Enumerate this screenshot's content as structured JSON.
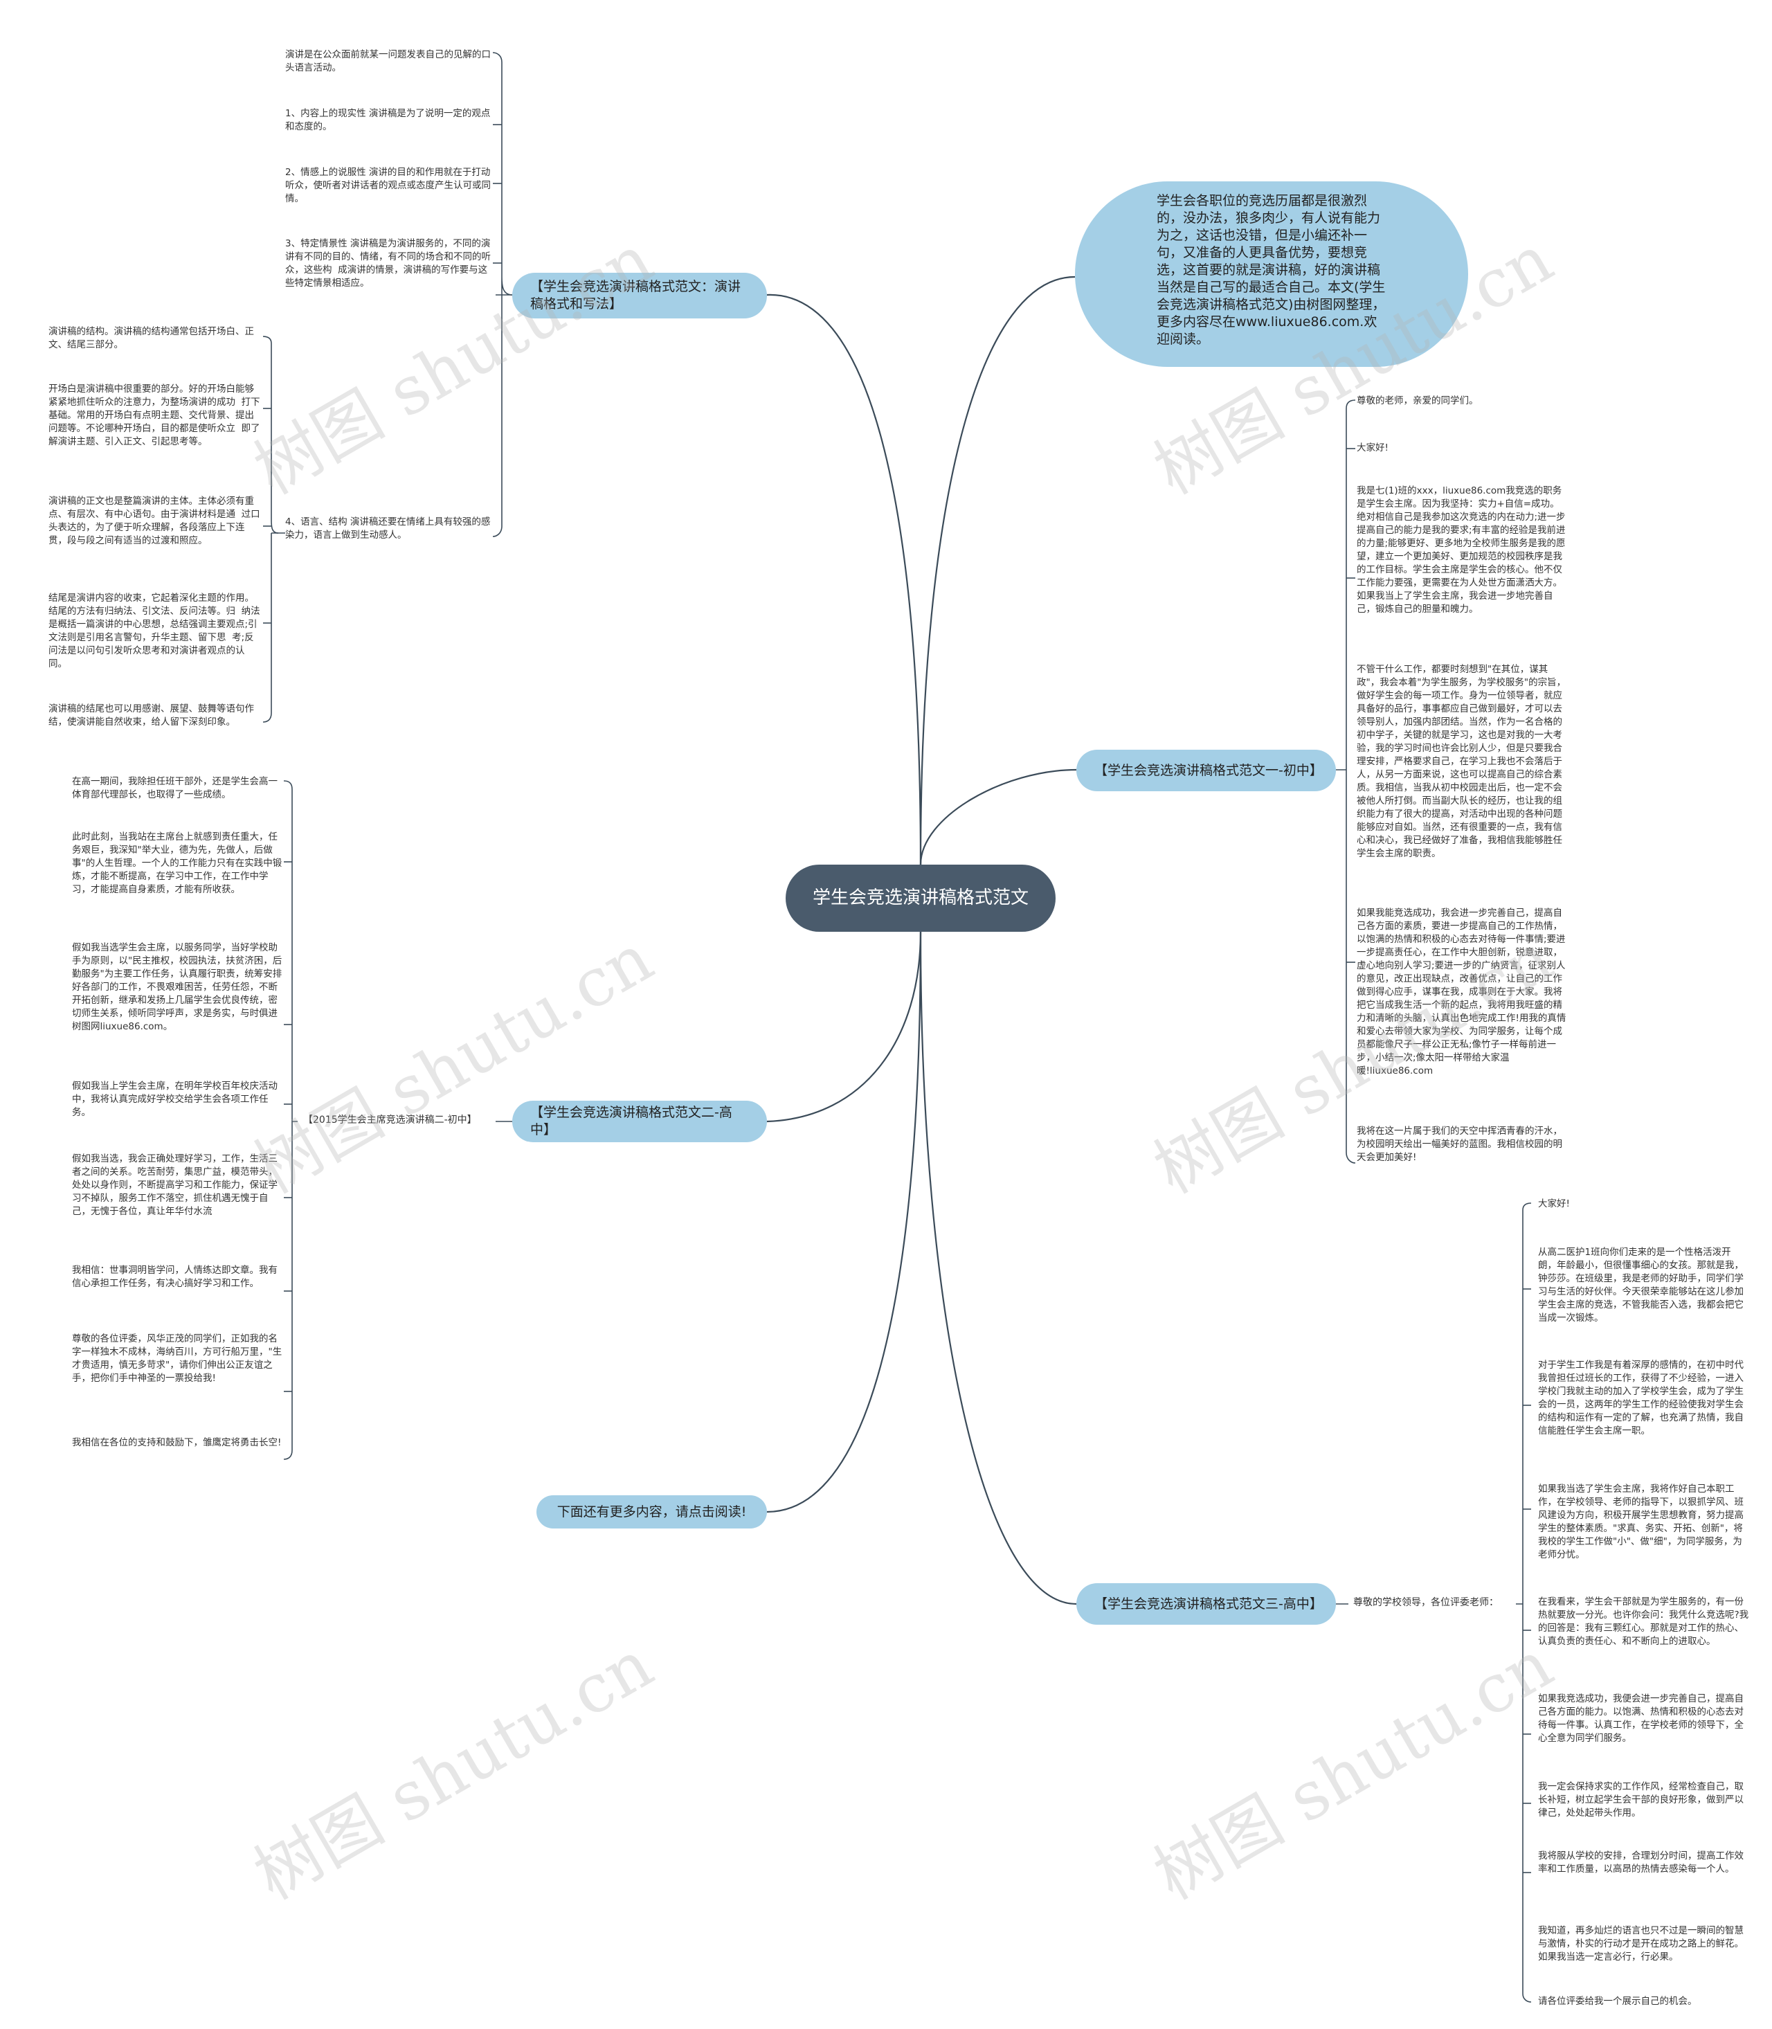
{
  "root": "学生会竞选演讲稿格式范文",
  "intro": "学生会各职位的竞选历届都是很激烈的，没办法，狼多肉少，有人说有能力为之，这话也没错，但是小编还补一句，又准备的人更具备优势，要想竞选，这首要的就是演讲稿，好的演讲稿当然是自己写的最适合自己。本文(学生会竞选演讲稿格式范文)由树图网整理，更多内容尽在www.liuxue86.com.欢迎阅读。",
  "b1": {
    "label": "【学生会竞选演讲稿格式范文：演讲稿格式和写法】",
    "items": [
      "演讲是在公众面前就某一问题发表自己的见解的口头语言活动。",
      "1、内容上的现实性 演讲稿是为了说明一定的观点和态度的。",
      "2、情感上的说服性 演讲的目的和作用就在于打动听众，使听者对讲话者的观点或态度产生认可或同情。",
      "3、特定情景性 演讲稿是为演讲服务的，不同的演讲有不同的目的、情绪，有不同的场合和不同的听众，这些构  成演讲的情景，演讲稿的写作要与这些特定情景相适应。",
      "4、语言、结构 演讲稿还要在情绪上具有较强的感染力，语言上做到生动感人。"
    ],
    "sub": [
      "演讲稿的结构。演讲稿的结构通常包括开场白、正文、结尾三部分。",
      "开场白是演讲稿中很重要的部分。好的开场白能够紧紧地抓住听众的注意力，为整场演讲的成功  打下基础。常用的开场白有点明主题、交代背景、提出问题等。不论哪种开场白，目的都是使听众立  即了解演讲主题、引入正文、引起思考等。",
      "演讲稿的正文也是整篇演讲的主体。主体必须有重点、有层次、有中心语句。由于演讲材料是通  过口头表达的，为了便于听众理解，各段落应上下连贯，段与段之间有适当的过渡和照应。",
      "结尾是演讲内容的收束，它起着深化主题的作用。结尾的方法有归纳法、引文法、反问法等。归  纳法是概括一篇演讲的中心思想，总结强调主要观点;引文法则是引用名言警句，升华主题、留下思  考;反问法是以问句引发听众思考和对演讲者观点的认同。",
      "演讲稿的结尾也可以用感谢、展望、鼓舞等语句作结，使演讲能自然收束，给人留下深刻印象。"
    ]
  },
  "b2": {
    "label": "【学生会竞选演讲稿格式范文一-初中】",
    "items": [
      "尊敬的老师，亲爱的同学们。",
      "大家好!",
      "我是七(1)班的xxx，liuxue86.com我竞选的职务是学生会主席。因为我坚持：实力+自信=成功。绝对相信自己是我参加这次竞选的内在动力;进一步提高自己的能力是我的要求;有丰富的经验是我前进的力量;能够更好、更多地为全校师生服务是我的愿望，建立一个更加美好、更加规范的校园秩序是我的工作目标。学生会主席是学生会的核心。他不仅工作能力要强，更需要在为人处世方面潇洒大方。如果我当上了学生会主席，我会进一步地完善自己，锻炼自己的胆量和魄力。",
      "不管干什么工作，都要时刻想到\"在其位，谋其政\"，我会本着\"为学生服务，为学校服务\"的宗旨，做好学生会的每一项工作。身为一位领导者，就应具备好的品行，事事都应自己做到最好，才可以去领导别人，加强内部团结。当然，作为一名合格的初中学子，关键的就是学习，这也是对我的一大考验，我的学习时间也许会比别人少，但是只要我合理安排，严格要求自己，在学习上我也不会落后于人，从另一方面来说，这也可以提高自己的综合素质。我相信，当我从初中校园走出后，也一定不会被他人所打倒。而当副大队长的经历，也让我的组织能力有了很大的提高，对活动中出现的各种问题能够应对自如。当然，还有很重要的一点，我有信心和决心，我已经做好了准备，我相信我能够胜任学生会主席的职责。",
      "如果我能竞选成功，我会进一步完善自己，提高自己各方面的素质，要进一步提高自己的工作热情，以饱满的热情和积极的心态去对待每一件事情;要进一步提高责任心，在工作中大胆创新，锐意进取，虚心地向别人学习;要进一步的广纳贤言，征求别人的意见，改正出现缺点，改善优点，让自己的工作做到得心应手，谋事在我，成事则在于大家。我将把它当成我生活一个新的起点，我将用我旺盛的精力和清晰的头脑，认真出色地完成工作!用我的真情和爱心去带领大家为学校、为同学服务，让每个成员都能像尺子一样公正无私;像竹子一样每前进一步，小结一次;像太阳一样带给大家温暖!liuxue86.com",
      "我将在这一片属于我们的天空中挥洒青春的汗水，为校园明天绘出一幅美好的蓝图。我相信校园的明天会更加美好!"
    ]
  },
  "b3": {
    "label": "【学生会竞选演讲稿格式范文二-高中】",
    "mid": "【2015学生会主席竞选演讲稿二-初中】",
    "items": [
      "在高一期间，我除担任班干部外，还是学生会高一体育部代理部长，也取得了一些成绩。",
      "此时此刻，当我站在主席台上就感到责任重大，任务艰巨，我深知\"举大业，德为先，先做人，后做事\"的人生哲理。一个人的工作能力只有在实践中锻炼，才能不断提高，在学习中工作，在工作中学习，才能提高自身素质，才能有所收获。",
      "假如我当选学生会主席，以服务同学，当好学校助手为原则，以\"民主推权，校园执法，扶贫济困，后勤服务\"为主要工作任务，认真履行职责，统筹安排好各部门的工作，不畏艰难困苦，任劳任怨，不断开拓创新，继承和发扬上几届学生会优良传统，密切师生关系，倾听同学呼声，求是务实，与时俱进树图网liuxue86.com。",
      "假如我当上学生会主席，在明年学校百年校庆活动中，我将认真完成好学校交给学生会各项工作任务。",
      "假如我当选，我会正确处理好学习，工作，生活三者之间的关系。吃苦耐劳，集思广益，模范带头，处处以身作则，不断提高学习和工作能力，保证学习不掉队，服务工作不落空，抓住机遇无愧于自己，无愧于各位，真让年华付水流",
      "我相信：世事洞明皆学问，人情练达即文章。我有信心承担工作任务，有决心搞好学习和工作。",
      "尊敬的各位评委，风华正茂的同学们，正如我的名字一样独木不成林，海纳百川，方可行船万里，\"生才贵适用，慎无多苛求\"，请你们伸出公正友谊之手，把你们手中神圣的一票投给我!",
      "我相信在各位的支持和鼓励下，雏鹰定将勇击长空!"
    ]
  },
  "b4": {
    "label": "下面还有更多内容，请点击阅读!"
  },
  "b5": {
    "label": "【学生会竞选演讲稿格式范文三-高中】",
    "mid": "尊敬的学校领导，各位评委老师：",
    "items": [
      "大家好!",
      "从高二医护1班向你们走来的是一个性格活泼开朗，年龄最小，但很懂事细心的女孩。那就是我，钟莎莎。在班级里，我是老师的好助手，同学们学习与生活的好伙伴。今天很荣幸能够站在这儿参加学生会主席的竞选，不管我能否入选，我都会把它当成一次锻炼。",
      "对于学生工作我是有着深厚的感情的，在初中时代我曾担任过班长的工作，获得了不少经验，一进入学校门我就主动的加入了学校学生会，成为了学生会的一员，这两年的学生工作的经验使我对学生会的结构和运作有一定的了解，也充满了热情，我自信能胜任学生会主席一职。",
      "如果我当选了学生会主席，我将作好自己本职工作，在学校领导、老师的指导下，以狠抓学风、班风建设为方向，积极开展学生思想教育，努力提高学生的整体素质。\"求真、务实、开拓、创新\"，将我校的学生工作做\"小\"、做\"细\"，为同学服务，为老师分忧。",
      "在我看来，学生会干部就是为学生服务的，有一份热就要放一分光。也许你会问：我凭什么竞选呢?我的回答是：我有三颗红心。那就是对工作的热心、认真负责的责任心、和不断向上的进取心。",
      "如果我竞选成功，我便会进一步完善自己，提高自己各方面的能力。以饱满、热情和积极的心态去对待每一件事。认真工作，在学校老师的领导下，全心全意为同学们服务。",
      "我一定会保持求实的工作作风，经常检查自己，取长补短，树立起学生会干部的良好形象，做到严以律己，处处起带头作用。",
      "我将服从学校的安排，合理划分时间，提高工作效率和工作质量，以高昂的热情去感染每一个人。",
      "我知道，再多灿烂的语言也只不过是一瞬间的智慧与激情，朴实的行动才是开在成功之路上的鲜花。如果我当选一定言必行，行必果。",
      "请各位评委给我一个展示自己的机会。"
    ]
  },
  "watermark": "树图 shutu.cn",
  "colors": {
    "root": "#4a5b6c",
    "branch": "#a4cfe6",
    "line": "#3b4b59"
  }
}
